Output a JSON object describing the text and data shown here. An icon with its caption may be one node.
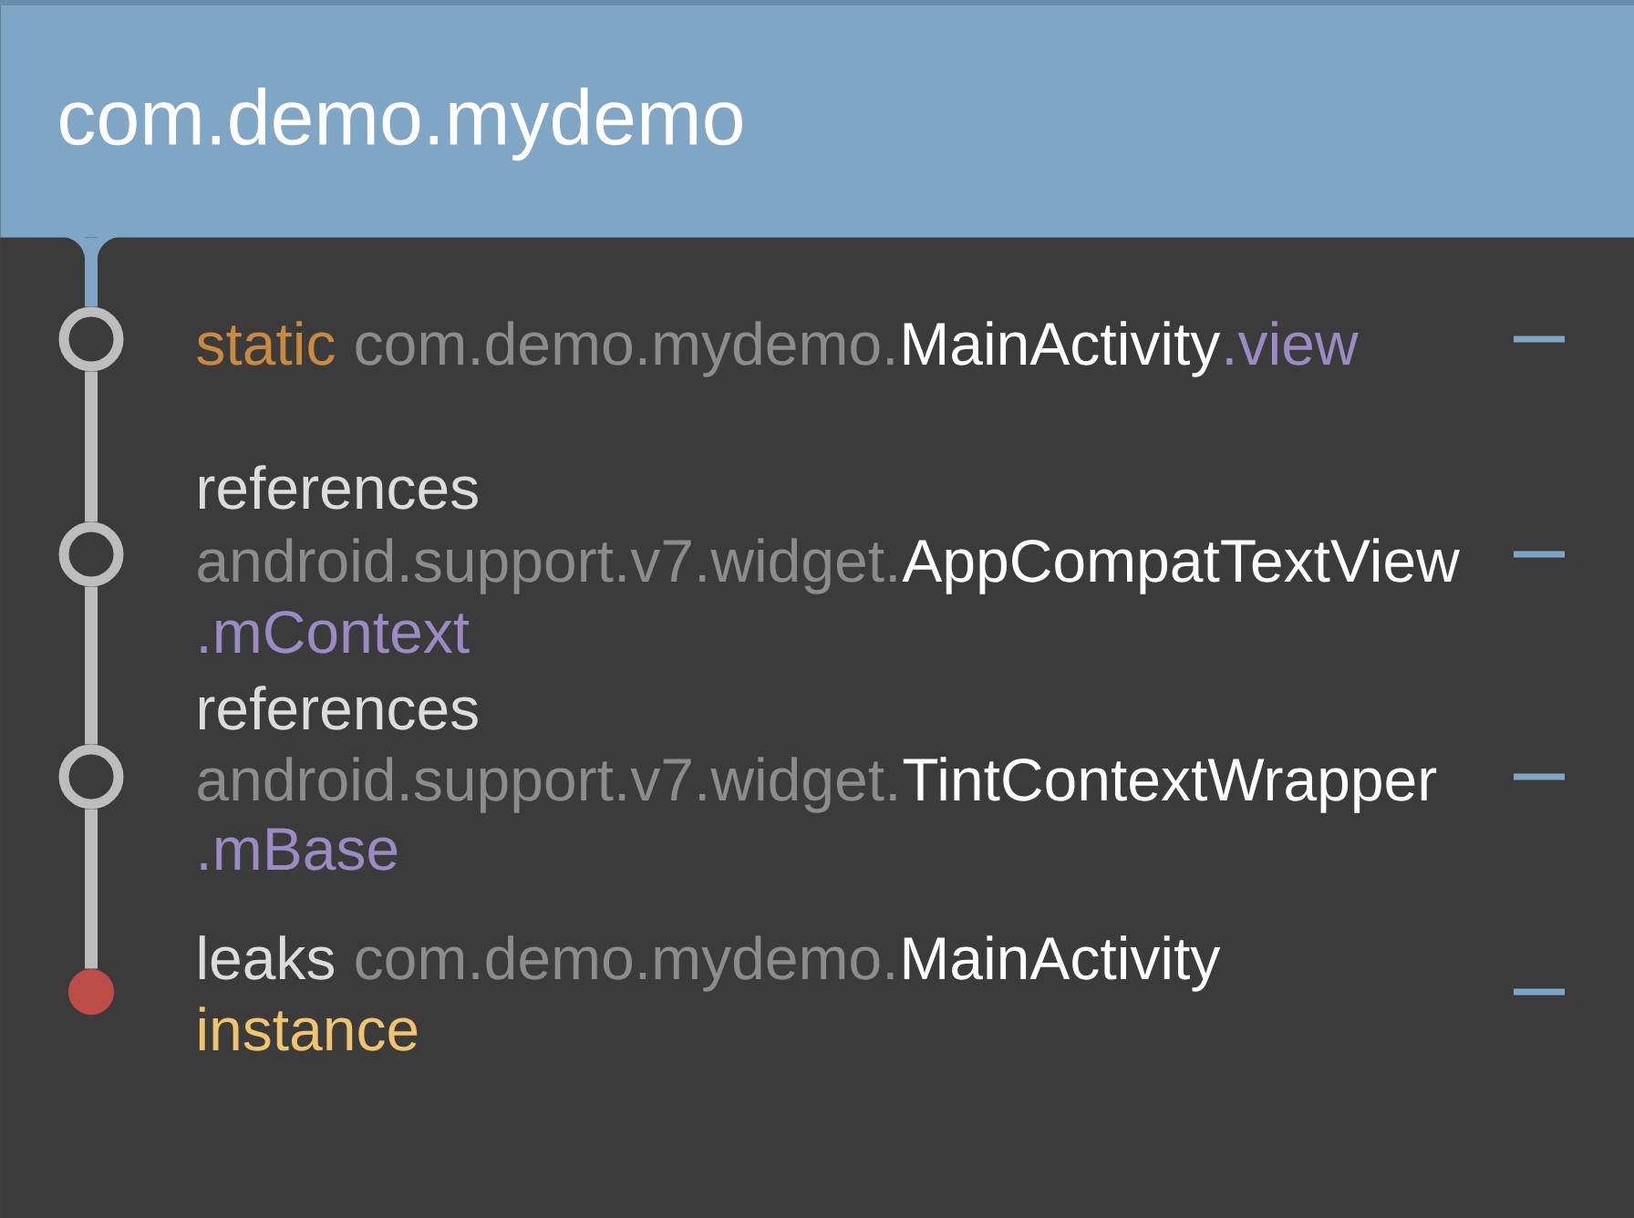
{
  "diagram": {
    "nodes": [
      {
        "text": [
          "com.demo.mydemo"
        ]
      },
      {
        "text": [],
        "shape": "circle",
        "beside": [
          "static",
          "com.demo.mydemo.",
          "MainActivity",
          ".view"
        ]
      },
      {
        "text": [],
        "shape": "circle",
        "beside": [
          "references",
          "android.support.v7.widget.",
          "AppCompatTextView",
          ".mContext"
        ]
      },
      {
        "text": [],
        "shape": "circle",
        "beside": [
          "references",
          "android.support.v7.widget.",
          "TintContextWrapper",
          ".mBase"
        ]
      },
      {
        "text": [],
        "shape": "dot",
        "beside": [
          "leaks",
          "com.demo.mydemo.",
          "MainActivity",
          "instance"
        ]
      }
    ],
    "edges": [
      {
        "from": 0,
        "to": 1,
        "arrow": "none",
        "color": "#80a6c6"
      },
      {
        "from": 1,
        "to": 2,
        "arrow": "none"
      },
      {
        "from": 2,
        "to": 3,
        "arrow": "none"
      },
      {
        "from": 3,
        "to": 4,
        "arrow": "none"
      }
    ]
  }
}
